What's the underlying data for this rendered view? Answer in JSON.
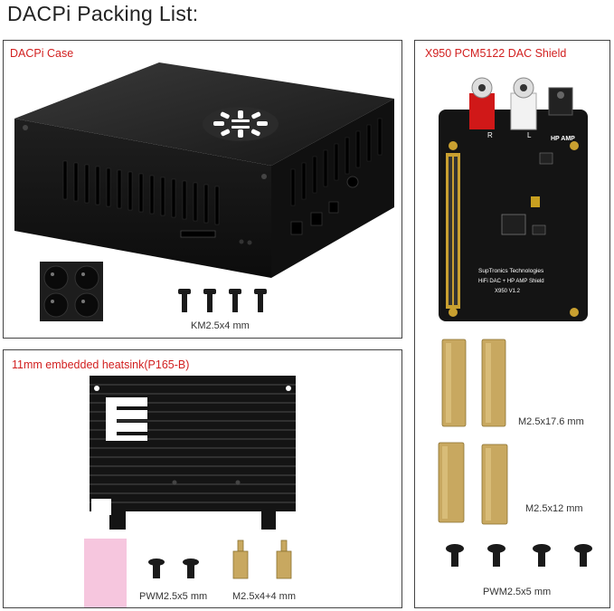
{
  "title": "DACPi Packing List:",
  "panels": {
    "case": {
      "label": "DACPi Case",
      "screws_caption": "KM2.5x4 mm"
    },
    "shield": {
      "label": "X950 PCM5122 DAC Shield",
      "board_text": {
        "r": "R",
        "l": "L",
        "hp_amp": "HP AMP",
        "line1": "SupTronics Technologies",
        "line2": "HiFi DAC + HP AMP Shield",
        "line3": "X950   V1.2"
      },
      "standoff_long_caption": "M2.5x17.6 mm",
      "standoff_short_caption": "M2.5x12 mm",
      "screws_caption": "PWM2.5x5 mm"
    },
    "heatsink": {
      "label": "11mm embedded heatsink(P165-B)",
      "screws_caption": "PWM2.5x5 mm",
      "standoffs_caption": "M2.5x4+4 mm"
    }
  },
  "colors": {
    "label": "#d22020",
    "metal": "#151515",
    "brass": "#c8a860",
    "pad": "#f6c6de"
  }
}
